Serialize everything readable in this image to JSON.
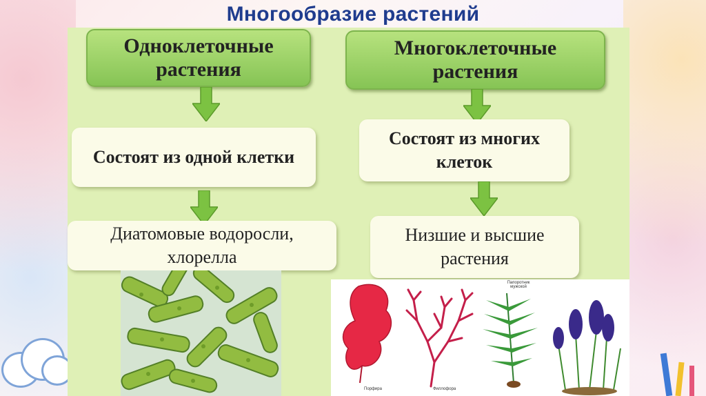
{
  "slide": {
    "title": "Многообразие растений"
  },
  "left": {
    "header": "Одноклеточные растения",
    "cell": "Состоят из одной клетки",
    "examples": "Диатомовые водоросли, хлорелла"
  },
  "right": {
    "header": "Многоклеточные растения",
    "cell": "Состоят из многих клеток",
    "examples": "Низшие и высшие растения"
  },
  "captions": {
    "porphyra": "Порфира",
    "phyllophora": "Филлофора",
    "fern": "Папоротник мужской"
  },
  "colors": {
    "title": "#1f3c8e",
    "panel": "#dff0b6",
    "green_box": "#9fd46a",
    "arrow": "#7cc242"
  }
}
